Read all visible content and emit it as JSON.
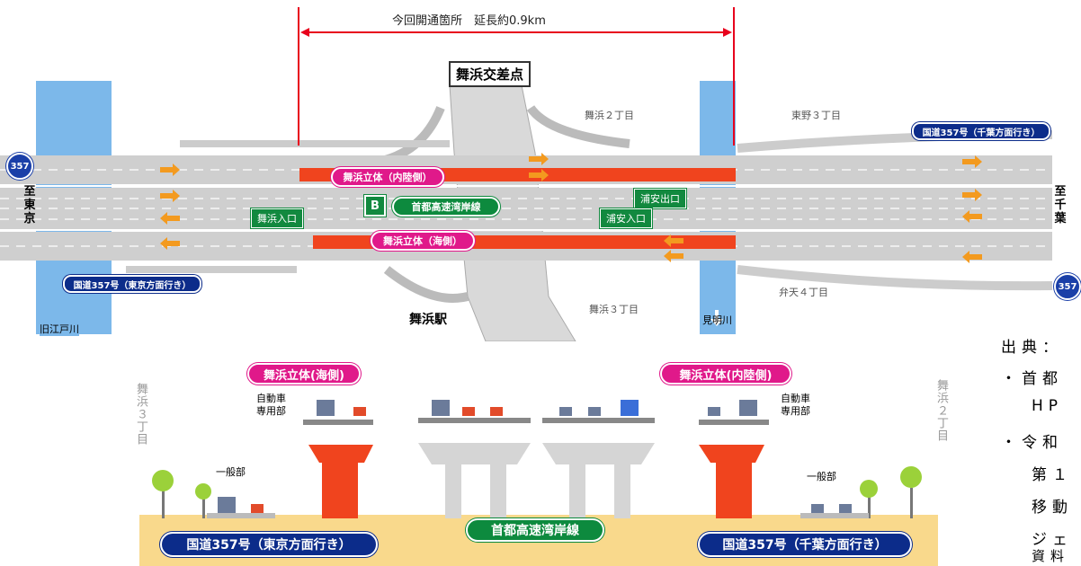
{
  "section": {
    "label": "今回開通箇所　延長約0.9km"
  },
  "intersection": {
    "name": "舞浜交差点"
  },
  "station": {
    "name": "舞浜駅"
  },
  "areas": {
    "maihama2": "舞浜２丁目",
    "higashino3": "東野３丁目",
    "maihama3": "舞浜３丁目",
    "benten4": "弁天４丁目"
  },
  "rivers": {
    "left": "旧江戸川",
    "right": "見明川"
  },
  "ends": {
    "left": {
      "itaru": "至",
      "place1": "東",
      "place2": "京"
    },
    "right": {
      "itaru": "至",
      "place1": "千",
      "place2": "葉"
    }
  },
  "route_shield": "357",
  "plan_labels": {
    "inner_overpass": "舞浜立体（内陸側）",
    "sea_overpass": "舞浜立体（海側）",
    "expressway": "首都高速湾岸線",
    "expressway_mark": "B",
    "route_chiba": "国道357号（千葉方面行き）",
    "route_tokyo": "国道357号（東京方面行き）",
    "maihama_entrance": "舞浜入口",
    "urayasu_exit": "浦安出口",
    "urayasu_entrance": "浦安入口"
  },
  "section_labels": {
    "sea_overpass": "舞浜立体(海側)",
    "inner_overpass": "舞浜立体(内陸側)",
    "vehicle_part_left": "自動車\n専用部",
    "vehicle_part_right": "自動車\n専用部",
    "general_left": "一般部",
    "general_right": "一般部",
    "maihama3_vertical": "舞浜３丁目",
    "maihama2_vertical": "舞浜２丁目",
    "expressway": "首都高速湾岸線",
    "route_tokyo": "国道357号（東京方面行き）",
    "route_chiba": "国道357号（千葉方面行き）"
  },
  "source": {
    "heading": "出典：",
    "line1": "・首都",
    "line2": "HP",
    "line3": "・令和",
    "line4": "第１",
    "line5": "移動",
    "line6": "ジェ",
    "line7": "資料"
  },
  "colors": {
    "overpass": "#f0441e",
    "pink": "#e0198a",
    "green": "#0d8a3e",
    "navy": "#0c2c8a",
    "river": "#7cb8ea"
  }
}
